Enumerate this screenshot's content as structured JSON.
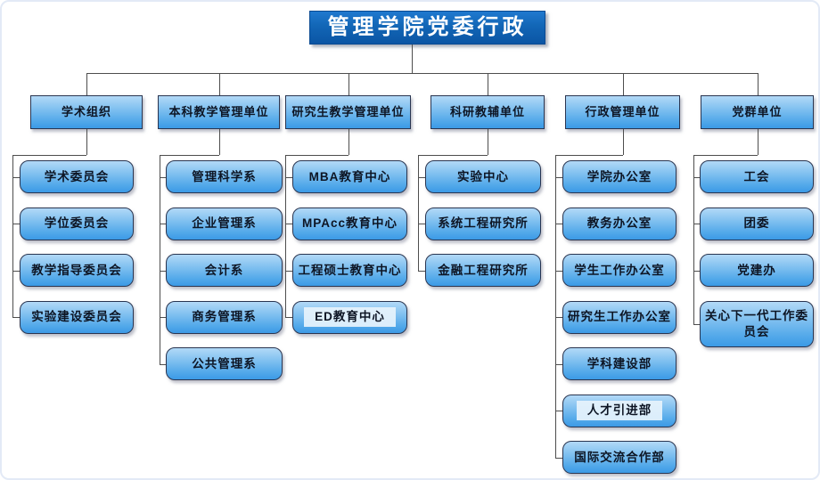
{
  "title": "管理学院党委行政",
  "columns": [
    {
      "label": "学术组织",
      "children": [
        {
          "label": "学术委员会"
        },
        {
          "label": "学位委员会"
        },
        {
          "label": "教学指导委员会"
        },
        {
          "label": "实验建设委员会"
        }
      ]
    },
    {
      "label": "本科教学管理单位",
      "children": [
        {
          "label": "管理科学系"
        },
        {
          "label": "企业管理系"
        },
        {
          "label": "会计系"
        },
        {
          "label": "商务管理系"
        },
        {
          "label": "公共管理系"
        }
      ]
    },
    {
      "label": "研究生教学管理单位",
      "children": [
        {
          "label": "MBA教育中心"
        },
        {
          "label": "MPAcc教育中心"
        },
        {
          "label": "工程硕士教育中心"
        },
        {
          "label": "ED教育中心",
          "patched": true
        }
      ]
    },
    {
      "label": "科研教辅单位",
      "children": [
        {
          "label": "实验中心"
        },
        {
          "label": "系统工程研究所"
        },
        {
          "label": "金融工程研究所"
        }
      ]
    },
    {
      "label": "行政管理单位",
      "children": [
        {
          "label": "学院办公室"
        },
        {
          "label": "教务办公室"
        },
        {
          "label": "学生工作办公室"
        },
        {
          "label": "研究生工作办公室"
        },
        {
          "label": "学科建设部"
        },
        {
          "label": "人才引进部",
          "patched": true
        },
        {
          "label": "国际交流合作部"
        }
      ]
    },
    {
      "label": "党群单位",
      "children": [
        {
          "label": "工会"
        },
        {
          "label": "团委"
        },
        {
          "label": "党建办"
        },
        {
          "label": "关心下一代工作委员会",
          "tall": true
        }
      ]
    }
  ],
  "colors": {
    "root_box": "#1266b6",
    "node_gradient_top": "#b2d9f7",
    "node_gradient_bottom": "#3b9ae6",
    "node_border": "#2a3550",
    "connector": "#4d4d4d",
    "root_text": "#ffffff",
    "node_text": "#0d1524"
  }
}
